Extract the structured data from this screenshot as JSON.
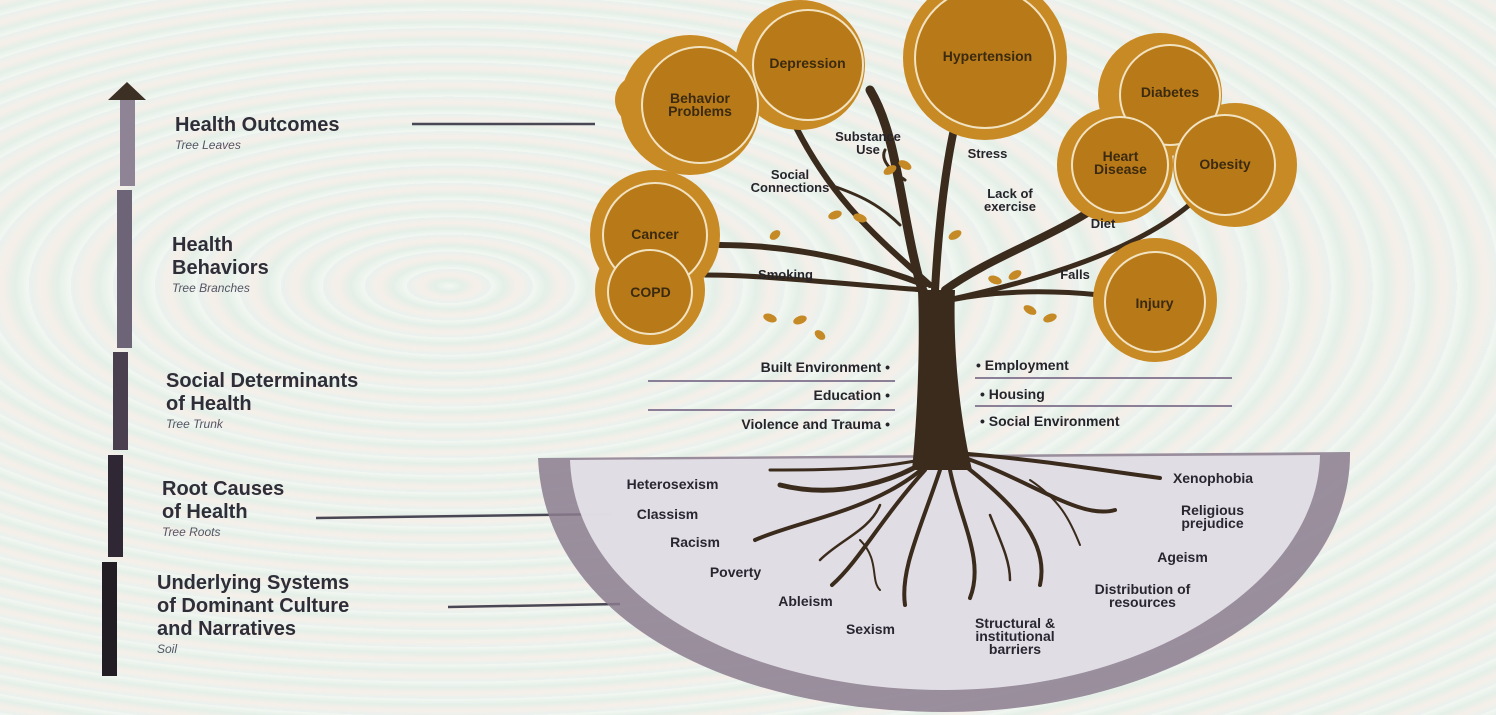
{
  "levels": [
    {
      "title": "Health Outcomes",
      "subtitle": "Tree Leaves"
    },
    {
      "title": "Health\nBehaviors",
      "subtitle": "Tree Branches"
    },
    {
      "title": "Social Determinants\nof Health",
      "subtitle": "Tree Trunk"
    },
    {
      "title": "Root Causes\nof Health",
      "subtitle": "Tree Roots"
    },
    {
      "title": "Underlying Systems\nof Dominant Culture\nand Narratives",
      "subtitle": "Soil"
    }
  ],
  "leaves": {
    "behavior_problems": "Behavior\nProblems",
    "depression": "Depression",
    "hypertension": "Hypertension",
    "diabetes": "Diabetes",
    "heart_disease": "Heart\nDisease",
    "obesity": "Obesity",
    "cancer": "Cancer",
    "copd": "COPD",
    "injury": "Injury"
  },
  "branches": {
    "substance_use": "Substance\nUse",
    "stress": "Stress",
    "social_connections": "Social\nConnections",
    "lack_of_exercise": "Lack of\nexercise",
    "diet": "Diet",
    "smoking": "Smoking",
    "falls": "Falls"
  },
  "trunk": {
    "left": [
      "Built Environment •",
      "Education •",
      "Violence and Trauma •"
    ],
    "right": [
      "• Employment",
      "• Housing",
      "• Social Environment"
    ]
  },
  "roots": {
    "heterosexism": "Heterosexism",
    "classism": "Classism",
    "racism": "Racism",
    "poverty": "Poverty",
    "ableism": "Ableism",
    "sexism": "Sexism",
    "structural": "Structural &\ninstitutional\nbarriers",
    "distribution": "Distribution of\nresources",
    "ageism": "Ageism",
    "religious": "Religious\nprejudice",
    "xenophobia": "Xenophobia"
  },
  "colors": {
    "leaf": "#c98a1f",
    "leaf_dark": "#a86d12",
    "trunk": "#3a2b1c",
    "soil": "#8a7a88",
    "bar_top": "#8d8499",
    "bar_bottom": "#2a2430"
  }
}
